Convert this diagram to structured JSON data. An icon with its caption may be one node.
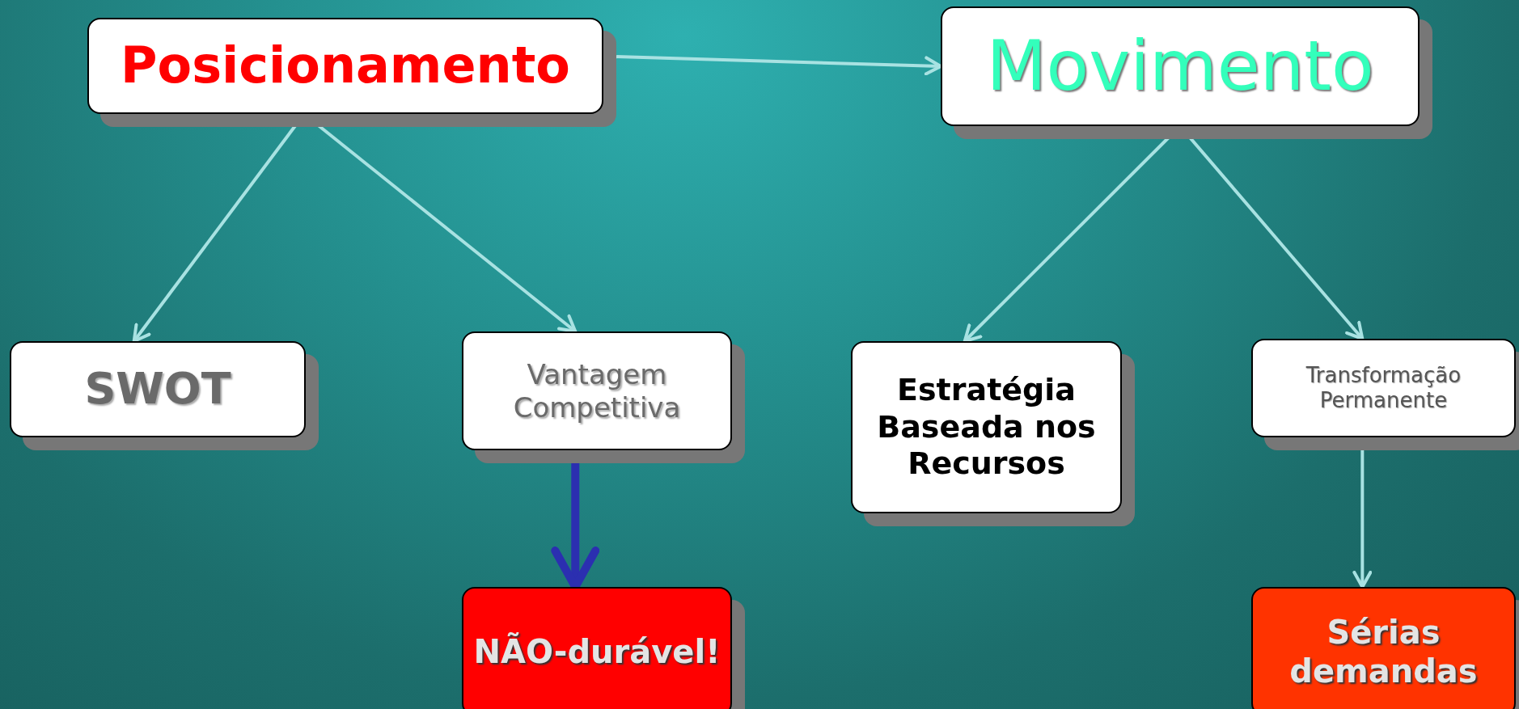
{
  "diagram": {
    "nodes": [
      {
        "text": [
          "Posicionamento"
        ]
      },
      {
        "text": [
          "Movimento"
        ]
      },
      {
        "text": [
          "SWOT"
        ]
      },
      {
        "text": [
          "Vantagem Competitiva"
        ]
      },
      {
        "text": [
          "Estratégia Baseada nos Recursos"
        ]
      },
      {
        "text": [
          "Transformação Permanente"
        ]
      },
      {
        "text": [
          "NÃO-durável!"
        ]
      },
      {
        "text": [
          "Sérias demandas"
        ]
      }
    ],
    "edges": [
      {
        "from": 0,
        "to": 1,
        "arrow": "to"
      },
      {
        "from": 0,
        "to": 2,
        "arrow": "to"
      },
      {
        "from": 0,
        "to": 3,
        "arrow": "to"
      },
      {
        "from": 1,
        "to": 4,
        "arrow": "to"
      },
      {
        "from": 1,
        "to": 5,
        "arrow": "to"
      },
      {
        "from": 3,
        "to": 6,
        "arrow": "to",
        "style": "thick",
        "color": "#2b2fb0"
      },
      {
        "from": 5,
        "to": 7,
        "arrow": "to"
      }
    ]
  }
}
